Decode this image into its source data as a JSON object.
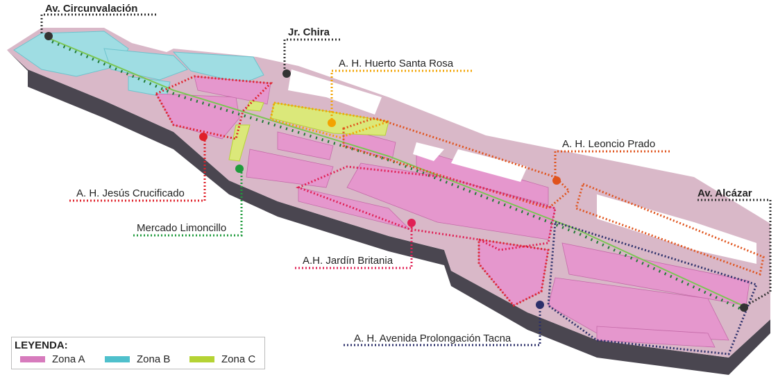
{
  "labels": {
    "circunvalacion": "Av. Circunvalación",
    "chira": "Jr. Chira",
    "huerto": "A. H. Huerto Santa Rosa",
    "leoncio": "A. H. Leoncio Prado",
    "alcazar": "Av. Alcázar",
    "jesus": "A. H. Jesús Crucificado",
    "mercado": "Mercado Limoncillo",
    "jardin": "A.H. Jardín Britania",
    "tacna": "A. H. Avenida Prolongación Tacna"
  },
  "legend": {
    "title": "LEYENDA:",
    "items": [
      {
        "label": "Zona A",
        "color": "#d77bbd"
      },
      {
        "label": "Zona B",
        "color": "#4fc0cc"
      },
      {
        "label": "Zona C",
        "color": "#b5d334"
      }
    ]
  },
  "colors": {
    "ground": "#d9b8c8",
    "side": "#4a4650",
    "zoneA": "#e597cd",
    "zoneB": "#9fdde3",
    "zoneC": "#dbe87a",
    "red": "#e0202a",
    "orange": "#f3a300",
    "orangered": "#e0531c",
    "green": "#1f9b3c",
    "crimson": "#e02055",
    "navy": "#2b2f6a",
    "dark": "#333333"
  }
}
